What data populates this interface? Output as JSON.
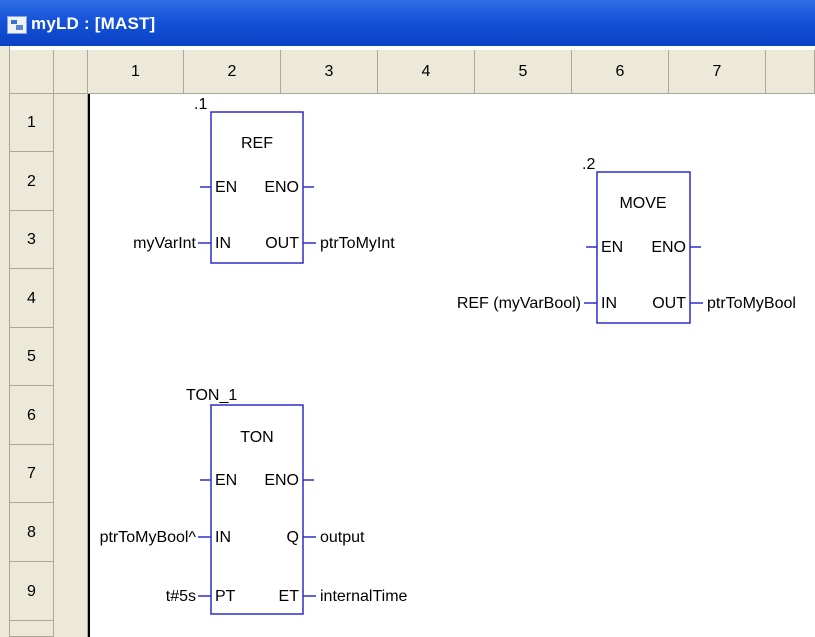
{
  "window": {
    "title": "myLD : [MAST]"
  },
  "grid": {
    "columns": [
      "1",
      "2",
      "3",
      "4",
      "5",
      "6",
      "7"
    ],
    "rows": [
      "1",
      "2",
      "3",
      "4",
      "5",
      "6",
      "7",
      "8",
      "9"
    ]
  },
  "blocks": {
    "ref": {
      "instance": ".1",
      "type": "REF",
      "pin_en": "EN",
      "pin_eno": "ENO",
      "pin_in": "IN",
      "pin_out": "OUT",
      "in_var": "myVarInt",
      "out_var": "ptrToMyInt"
    },
    "move": {
      "instance": ".2",
      "type": "MOVE",
      "pin_en": "EN",
      "pin_eno": "ENO",
      "pin_in": "IN",
      "pin_out": "OUT",
      "in_var": "REF (myVarBool)",
      "out_var": "ptrToMyBool"
    },
    "ton": {
      "instance": "TON_1",
      "type": "TON",
      "pin_en": "EN",
      "pin_eno": "ENO",
      "pin_in": "IN",
      "pin_q": "Q",
      "pin_pt": "PT",
      "pin_et": "ET",
      "in_var": "ptrToMyBool^",
      "pt_var": "t#5s",
      "q_var": "output",
      "et_var": "internalTime"
    }
  },
  "colors": {
    "block_border": "#2d2dcc",
    "title_bar": "#0a42c4",
    "header_bg": "#ece9d8"
  }
}
